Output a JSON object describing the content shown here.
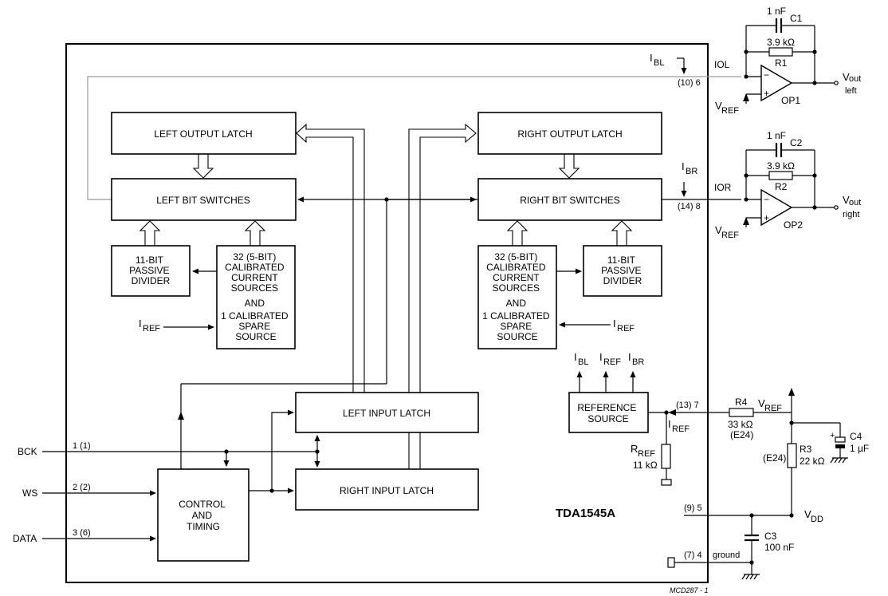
{
  "chip": {
    "name": "TDA1545A"
  },
  "blocks": {
    "left_output_latch": "LEFT OUTPUT LATCH",
    "right_output_latch": "RIGHT OUTPUT LATCH",
    "left_bit_switches": "LEFT BIT SWITCHES",
    "right_bit_switches": "RIGHT BIT SWITCHES",
    "divider": [
      "11-BIT",
      "PASSIVE",
      "DIVIDER"
    ],
    "current_sources": [
      "32 (5-BIT)",
      "CALIBRATED",
      "CURRENT",
      "SOURCES",
      "AND",
      "1 CALIBRATED",
      "SPARE",
      "SOURCE"
    ],
    "left_input_latch": "LEFT INPUT LATCH",
    "right_input_latch": "RIGHT INPUT LATCH",
    "control": [
      "CONTROL",
      "AND",
      "TIMING"
    ],
    "reference": [
      "REFERENCE",
      "SOURCE"
    ]
  },
  "inputs": [
    {
      "name": "BCK",
      "pin": "1 (1)"
    },
    {
      "name": "WS",
      "pin": "2 (2)"
    },
    {
      "name": "DATA",
      "pin": "3 (6)"
    }
  ],
  "pins": {
    "iol": "(10) 6",
    "ior": "(14) 8",
    "iref": "(13) 7",
    "vdd": "(9) 5",
    "gnd": "(7) 4"
  },
  "signals": {
    "i": "I",
    "bl": "BL",
    "br": "BR",
    "ref": "REF",
    "iol": "IOL",
    "ior": "IOR",
    "v": "V",
    "out": "out",
    "left": "left",
    "right": "right",
    "vdd_sub": "DD",
    "ground": "ground",
    "r": "R"
  },
  "components": {
    "c1": {
      "value": "1 nF",
      "name": "C1"
    },
    "r1": {
      "value": "3.9 kΩ",
      "name": "R1"
    },
    "op1": "OP1",
    "c2": {
      "value": "1 nF",
      "name": "C2"
    },
    "r2": {
      "value": "3.9 kΩ",
      "name": "R2"
    },
    "op2": "OP2",
    "r4": {
      "name": "R4",
      "value": "33 kΩ",
      "series": "(E24)"
    },
    "r3": {
      "name": "R3",
      "value": "22 kΩ",
      "series": "(E24)"
    },
    "c4": {
      "name": "C4",
      "value": "1 µF"
    },
    "c3": {
      "name": "C3",
      "value": "100 nF"
    },
    "rref": {
      "value": "11 kΩ"
    }
  },
  "figure_id": "MCD287 - 1"
}
